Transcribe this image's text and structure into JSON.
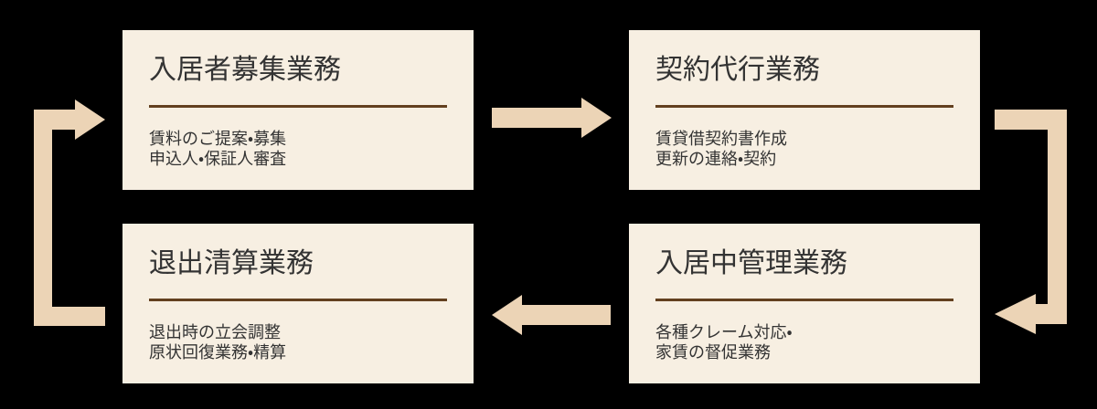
{
  "colors": {
    "bg": "#000000",
    "box-fill": "#f7efe2",
    "arrow-fill": "#ecd4b6",
    "text": "#333333",
    "divider": "#63401f"
  },
  "boxes": [
    {
      "position": "top-left",
      "title": "入居者募集業務",
      "lines": [
        "賃料のご提案・募集",
        "申込人・保証人審査"
      ]
    },
    {
      "position": "top-right",
      "title": "契約代行業務",
      "lines": [
        "賃貸借契約書作成",
        "更新の連絡・契約"
      ]
    },
    {
      "position": "bottom-left",
      "title": "退出清算業務",
      "lines": [
        "退出時の立会調整",
        "原状回復業務・精算"
      ]
    },
    {
      "position": "bottom-right",
      "title": "入居中管理業務",
      "lines": [
        "各種クレーム対応・",
        "家賃の督促業務"
      ]
    }
  ],
  "flow": [
    {
      "from": "入居者募集業務",
      "to": "契約代行業務",
      "arrow": "right"
    },
    {
      "from": "契約代行業務",
      "to": "入居中管理業務",
      "arrow": "down-then-left"
    },
    {
      "from": "入居中管理業務",
      "to": "退出清算業務",
      "arrow": "left"
    },
    {
      "from": "退出清算業務",
      "to": "入居者募集業務",
      "arrow": "up-then-right"
    }
  ]
}
